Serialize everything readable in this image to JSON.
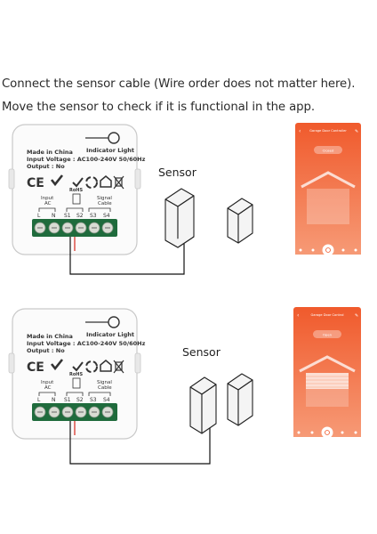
{
  "instructions": {
    "line1": "Connect the sensor cable (Wire order does not matter here).",
    "line2": "Move the sensor to check if it is functional in the app."
  },
  "module": {
    "made_in": "Made in China",
    "voltage": "Input Voltage : AC100-240V 50/60Hz",
    "output": "Output : No",
    "indicator": "Indicator Light",
    "cert_ce": "CE",
    "cert_rohs": "RoHS",
    "input_label": "Input",
    "input_ac": "AC",
    "signal_label": "Signal",
    "signal_cable": "Cable",
    "terminals": [
      "L",
      "N",
      "S1",
      "S2",
      "S3",
      "S4"
    ]
  },
  "sensor_label": "Sensor",
  "phones": [
    {
      "app_title": "Garage Door Controller",
      "status": "Closed",
      "door_state": "closed"
    },
    {
      "app_title": "Garage Door Control",
      "status": "Open",
      "door_state": "open"
    }
  ],
  "colors": {
    "phone_top": "#f05a2c",
    "phone_bottom": "#f7a07d",
    "terminal_green": "#1f6b3c",
    "wire_red": "#d4261a"
  }
}
